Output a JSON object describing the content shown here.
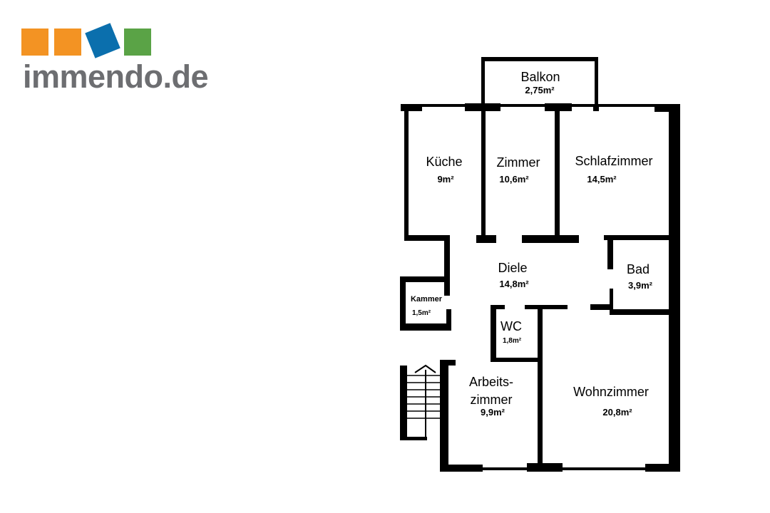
{
  "logo": {
    "text": "immendo.de",
    "colors": {
      "orange": "#f39323",
      "blue": "#0b6fad",
      "green": "#5aa346",
      "text": "#6d6e71"
    }
  },
  "rooms": {
    "balkon": {
      "name": "Balkon",
      "area": "2,75m²"
    },
    "kueche": {
      "name": "Küche",
      "area": "9m²"
    },
    "zimmer": {
      "name": "Zimmer",
      "area": "10,6m²"
    },
    "schlafzimmer": {
      "name": "Schlafzimmer",
      "area": "14,5m²"
    },
    "diele": {
      "name": "Diele",
      "area": "14,8m²"
    },
    "bad": {
      "name": "Bad",
      "area": "3,9m²"
    },
    "kammer": {
      "name": "Kammer",
      "area": "1,5m²"
    },
    "wc": {
      "name": "WC",
      "area": "1,8m²"
    },
    "arbeitszimmer": {
      "name_line1": "Arbeits-",
      "name_line2": "zimmer",
      "area": "9,9m²"
    },
    "wohnzimmer": {
      "name": "Wohnzimmer",
      "area": "20,8m²"
    }
  },
  "icons": {
    "staircase": "staircase-icon",
    "stair-arrow": "arrow-up-icon"
  }
}
